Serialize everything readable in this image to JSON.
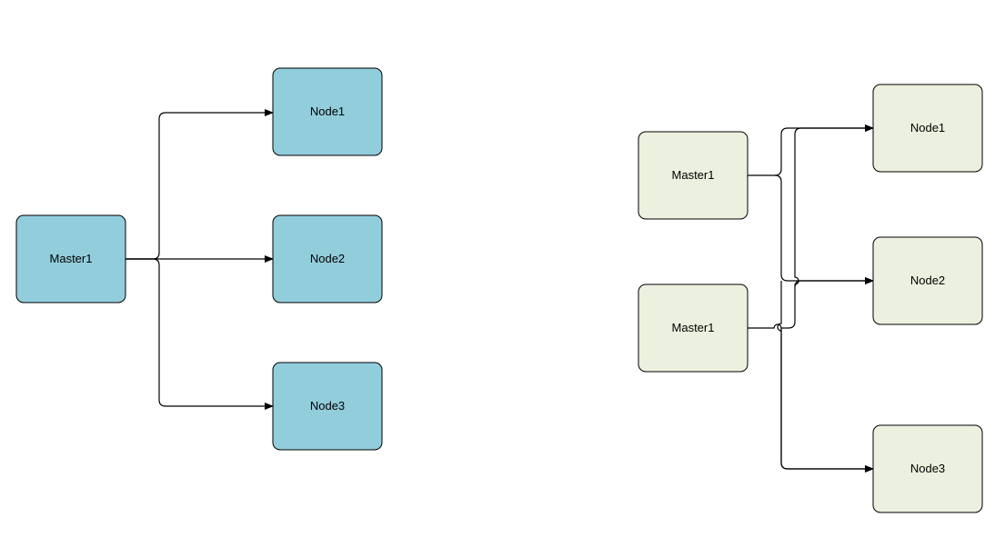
{
  "colors": {
    "left_fill": "#92cddc",
    "right_fill": "#ebf1de",
    "stroke": "#000000",
    "background": "#ffffff"
  },
  "diagram_left": {
    "master": {
      "label": "Master1"
    },
    "nodes": [
      {
        "label": "Node1"
      },
      {
        "label": "Node2"
      },
      {
        "label": "Node3"
      }
    ]
  },
  "diagram_right": {
    "masters": [
      {
        "label": "Master1"
      },
      {
        "label": "Master1"
      }
    ],
    "nodes": [
      {
        "label": "Node1"
      },
      {
        "label": "Node2"
      },
      {
        "label": "Node3"
      }
    ]
  }
}
